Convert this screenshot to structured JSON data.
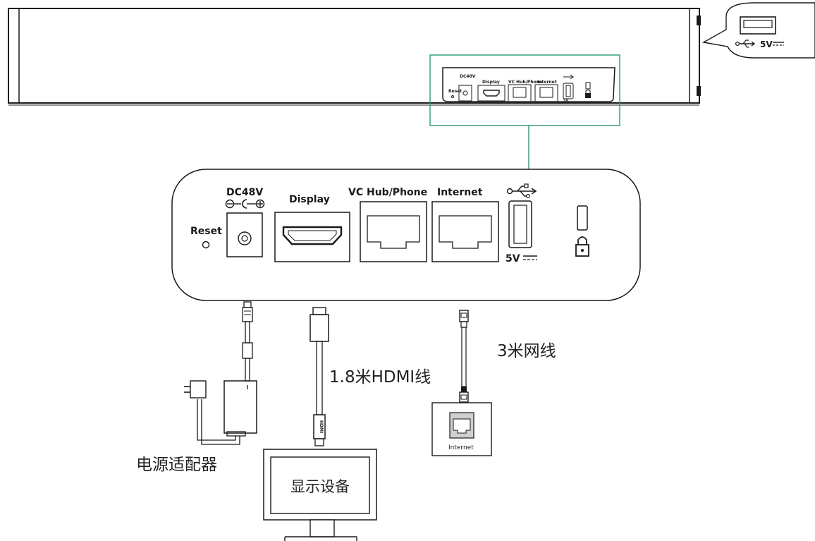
{
  "ports": {
    "reset": "Reset",
    "dc": "DC48V",
    "display": "Display",
    "hub": "VC Hub/Phone",
    "internet": "Internet",
    "usb_volt": "5V"
  },
  "callout": {
    "usb_volt": "5V"
  },
  "cables": {
    "power_adapter": "电源适配器",
    "hdmi": "1.8米HDMI线",
    "network": "3米网线",
    "hdmi_plug_text": "HDMI"
  },
  "devices": {
    "display_device": "显示设备",
    "wall_jack": "Internet"
  },
  "icons": {
    "usb": "usb-icon",
    "lock": "lock-icon",
    "dc_polarity": "polarity-icon"
  },
  "colors": {
    "highlight_frame": "#2e9a6c",
    "line": "#1a1a1a"
  }
}
